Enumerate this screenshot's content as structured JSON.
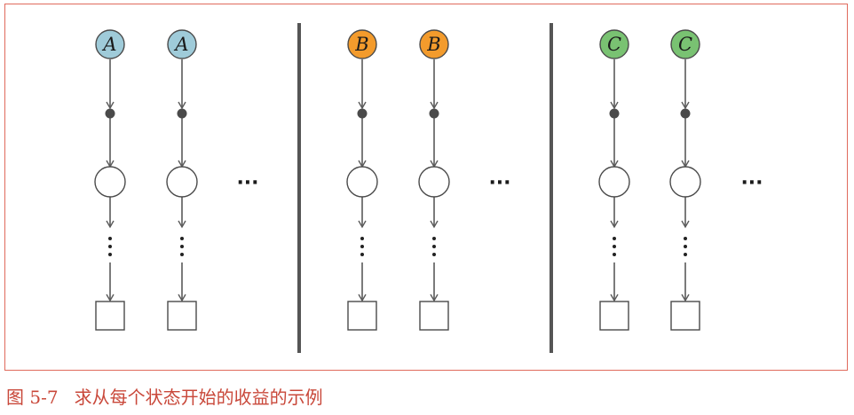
{
  "caption": {
    "number": "图 5-7",
    "text": "求从每个状态开始的收益的示例"
  },
  "colors": {
    "frame": "#e06a5c",
    "caption": "#c9483a",
    "stroke": "#5a5a5a",
    "dot": "#4a4a4a"
  },
  "groups": [
    {
      "state": "A",
      "color": "#9fcbd9",
      "ellipsis": "···"
    },
    {
      "state": "B",
      "color": "#f39b2c",
      "ellipsis": "···"
    },
    {
      "state": "C",
      "color": "#79c272",
      "ellipsis": "···"
    }
  ],
  "vertical_ellipsis": "⋮"
}
